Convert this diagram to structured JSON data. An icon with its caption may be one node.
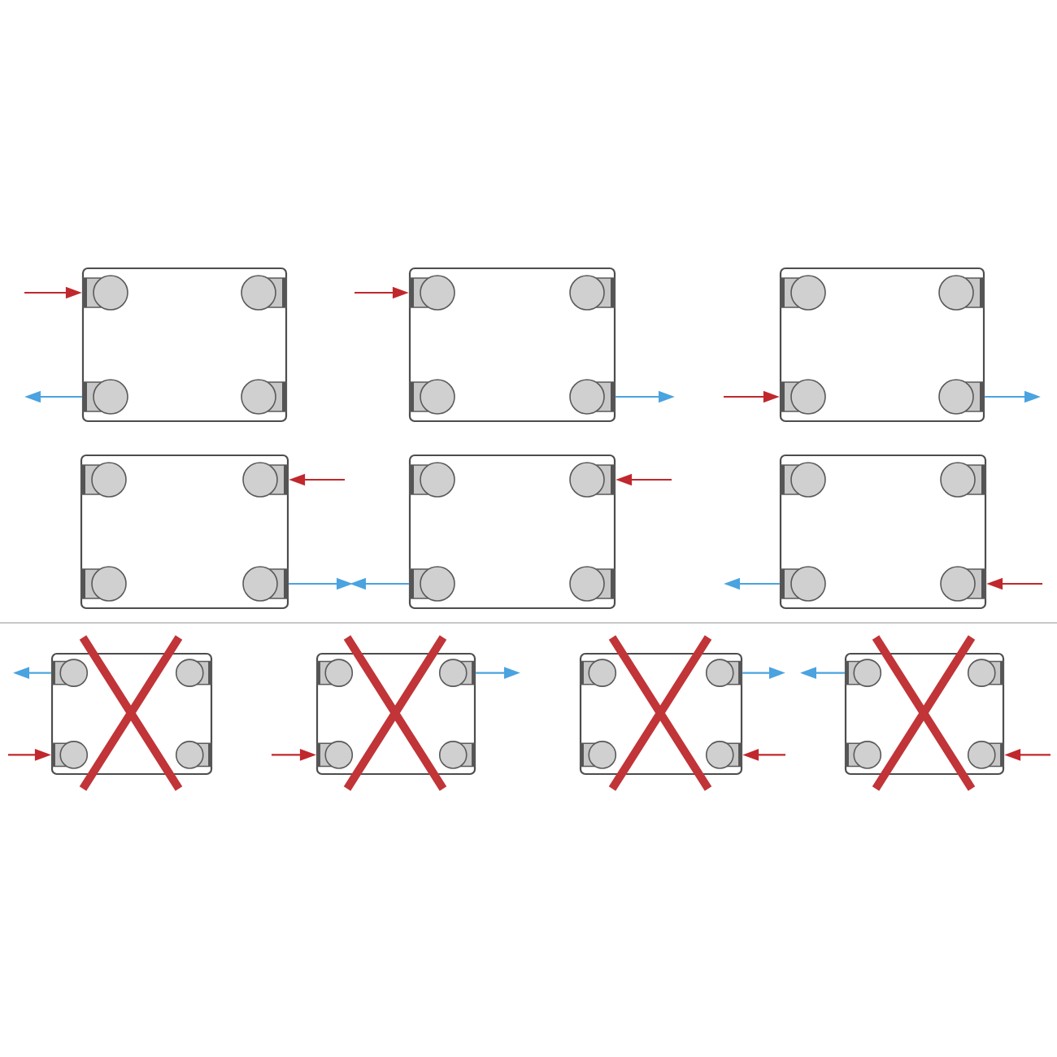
{
  "diagram": {
    "nodes": [
      {
        "text": [],
        "shape": "box"
      },
      {
        "text": [],
        "shape": "box"
      },
      {
        "text": [],
        "shape": "box"
      },
      {
        "text": [],
        "shape": "box"
      },
      {
        "text": [],
        "shape": "box"
      },
      {
        "text": [],
        "shape": "box"
      },
      {
        "text": [],
        "shape": "box"
      },
      {
        "text": [],
        "shape": "box"
      },
      {
        "text": [],
        "shape": "box"
      },
      {
        "text": [],
        "shape": "box"
      }
    ],
    "edges": [
      {
        "from": null,
        "to": 0,
        "arrow": "to",
        "color": "#c0282d"
      },
      {
        "from": 0,
        "to": null,
        "arrow": "to",
        "color": "#4ba3e0"
      },
      {
        "from": null,
        "to": 1,
        "arrow": "to",
        "color": "#c0282d"
      },
      {
        "from": 1,
        "to": null,
        "arrow": "to",
        "color": "#4ba3e0"
      },
      {
        "from": null,
        "to": 2,
        "arrow": "to",
        "color": "#c0282d"
      },
      {
        "from": 2,
        "to": null,
        "arrow": "to",
        "color": "#4ba3e0"
      },
      {
        "from": null,
        "to": 3,
        "arrow": "to",
        "color": "#c0282d"
      },
      {
        "from": 3,
        "to": null,
        "arrow": "to",
        "color": "#4ba3e0"
      },
      {
        "from": null,
        "to": 4,
        "arrow": "to",
        "color": "#c0282d"
      },
      {
        "from": 4,
        "to": null,
        "arrow": "to",
        "color": "#4ba3e0"
      },
      {
        "from": null,
        "to": 5,
        "arrow": "to",
        "color": "#c0282d"
      },
      {
        "from": 5,
        "to": null,
        "arrow": "to",
        "color": "#4ba3e0"
      },
      {
        "from": 6,
        "to": null,
        "arrow": "to",
        "color": "#4ba3e0"
      },
      {
        "from": null,
        "to": 6,
        "arrow": "to",
        "color": "#c0282d"
      },
      {
        "from": 7,
        "to": null,
        "arrow": "to",
        "color": "#4ba3e0"
      },
      {
        "from": null,
        "to": 7,
        "arrow": "to",
        "color": "#c0282d"
      },
      {
        "from": 8,
        "to": null,
        "arrow": "to",
        "color": "#4ba3e0"
      },
      {
        "from": null,
        "to": 8,
        "arrow": "to",
        "color": "#c0282d"
      },
      {
        "from": 9,
        "to": null,
        "arrow": "to",
        "color": "#4ba3e0"
      },
      {
        "from": null,
        "to": 9,
        "arrow": "to",
        "color": "#c0282d"
      }
    ]
  }
}
